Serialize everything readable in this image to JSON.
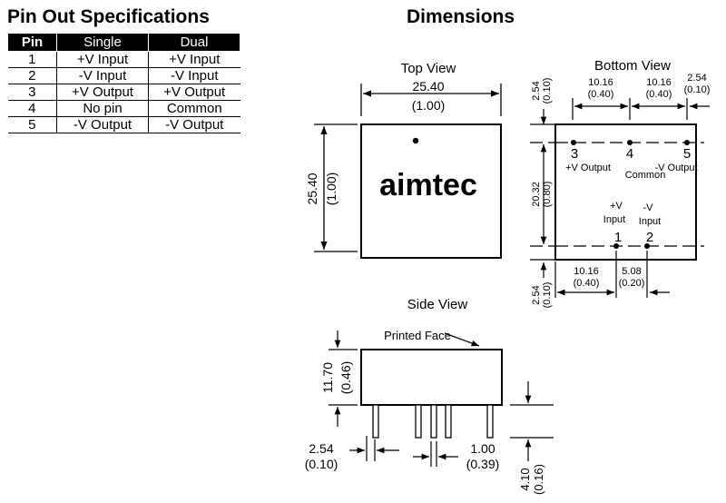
{
  "pinout": {
    "title": "Pin Out Specifications",
    "headers": [
      "Pin",
      "Single",
      "Dual"
    ],
    "rows": [
      [
        "1",
        "+V Input",
        "+V Input"
      ],
      [
        "2",
        "-V Input",
        "-V Input"
      ],
      [
        "3",
        "+V Output",
        "+V Output"
      ],
      [
        "4",
        "No pin",
        "Common"
      ],
      [
        "5",
        "-V Output",
        "-V Output"
      ]
    ]
  },
  "dimensions": {
    "title": "Dimensions",
    "top_view": {
      "title": "Top View",
      "width_mm": "25.40",
      "width_in": "(1.00)",
      "height_mm": "25.40",
      "height_in": "(1.00)",
      "logo": "aimtec"
    },
    "bottom_view": {
      "title": "Bottom View",
      "dim_top_left_mm": "10.16",
      "dim_top_left_in": "(0.40)",
      "dim_top_mid_mm": "10.16",
      "dim_top_mid_in": "(0.40)",
      "dim_top_right_mm": "2.54",
      "dim_top_right_in": "(0.10)",
      "dim_left_top_mm": "2.54",
      "dim_left_top_in": "(0.10)",
      "dim_left_mid_mm": "20.32",
      "dim_left_mid_in": "(0.80)",
      "dim_left_bot_mm": "2.54",
      "dim_left_bot_in": "(0.10)",
      "dim_bot_left_mm": "10.16",
      "dim_bot_left_in": "(0.40)",
      "dim_bot_mid_mm": "5.08",
      "dim_bot_mid_in": "(0.20)",
      "pin3_num": "3",
      "pin3_label": "+V Output",
      "pin4_num": "4",
      "pin4_label": "Common",
      "pin5_num": "5",
      "pin5_label": "-V Output",
      "pin1_label_a": "+V",
      "pin1_label_b": "Input",
      "pin1_num": "1",
      "pin2_label_a": "-V",
      "pin2_label_b": "Input",
      "pin2_num": "2"
    },
    "side_view": {
      "title": "Side View",
      "printed_face": "Printed Face",
      "height_mm": "11.70",
      "height_in": "(0.46)",
      "pin_offset_mm": "2.54",
      "pin_offset_in": "(0.10)",
      "pin_dia_mm": "1.00",
      "pin_dia_in": "(0.39)",
      "pin_len_mm": "4.10",
      "pin_len_in": "(0.16)"
    }
  }
}
